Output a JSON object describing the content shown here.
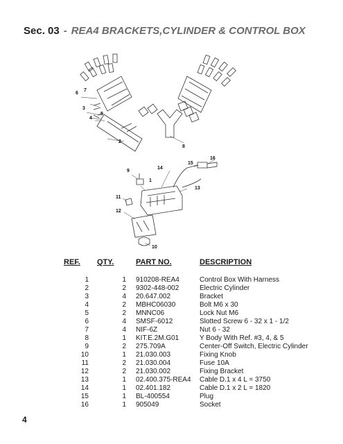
{
  "header": {
    "section": "Sec. 03",
    "separator": "-",
    "title": "REA4 BRACKETS,CYLINDER & CONTROL BOX"
  },
  "diagram": {
    "callouts": [
      "1",
      "2",
      "3",
      "4",
      "5",
      "6",
      "7",
      "8",
      "9",
      "10",
      "11",
      "12",
      "13",
      "14",
      "15",
      "16"
    ]
  },
  "table": {
    "headers": {
      "ref": "REF.",
      "qty": "QTY.",
      "part": "PART NO.",
      "desc": "DESCRIPTION"
    },
    "rows": [
      {
        "ref": "1",
        "qty": "1",
        "part": "910208-REA4",
        "desc": "Control Box With Harness"
      },
      {
        "ref": "2",
        "qty": "2",
        "part": "9302-448-002",
        "desc": "Electric Cylinder"
      },
      {
        "ref": "3",
        "qty": "4",
        "part": "20.647.002",
        "desc": "Bracket"
      },
      {
        "ref": "4",
        "qty": "2",
        "part": "MBHC06030",
        "desc": "Bolt M6 x 30"
      },
      {
        "ref": "5",
        "qty": "2",
        "part": "MNNC06",
        "desc": "Lock Nut M6"
      },
      {
        "ref": "6",
        "qty": "4",
        "part": "SMSF-6012",
        "desc": "Slotted Screw 6 - 32 x 1 - 1/2"
      },
      {
        "ref": "7",
        "qty": "4",
        "part": "NIF-6Z",
        "desc": "Nut 6 - 32"
      },
      {
        "ref": "8",
        "qty": "1",
        "part": "KIT.E.2M.G01",
        "desc": "Y Body With Ref. #3, 4, & 5"
      },
      {
        "ref": "9",
        "qty": "2",
        "part": "275.709A",
        "desc": "Center-Off Switch, Electric Cylinder"
      },
      {
        "ref": "10",
        "qty": "1",
        "part": "21.030.003",
        "desc": "Fixing Knob"
      },
      {
        "ref": "11",
        "qty": "2",
        "part": "21.030.004",
        "desc": "Fuse 10A"
      },
      {
        "ref": "12",
        "qty": "2",
        "part": "21.030.002",
        "desc": "Fixing Bracket"
      },
      {
        "ref": "13",
        "qty": "1",
        "part": "02.400.375-REA4",
        "desc": "Cable D.1 x 4 L = 3750"
      },
      {
        "ref": "14",
        "qty": "1",
        "part": "02.401.182",
        "desc": "Cable D.1 x 2 L = 1820"
      },
      {
        "ref": "15",
        "qty": "1",
        "part": "BL-400554",
        "desc": "Plug"
      },
      {
        "ref": "16",
        "qty": "1",
        "part": "905049",
        "desc": "Socket"
      }
    ]
  },
  "footer": {
    "page_number": "4"
  }
}
